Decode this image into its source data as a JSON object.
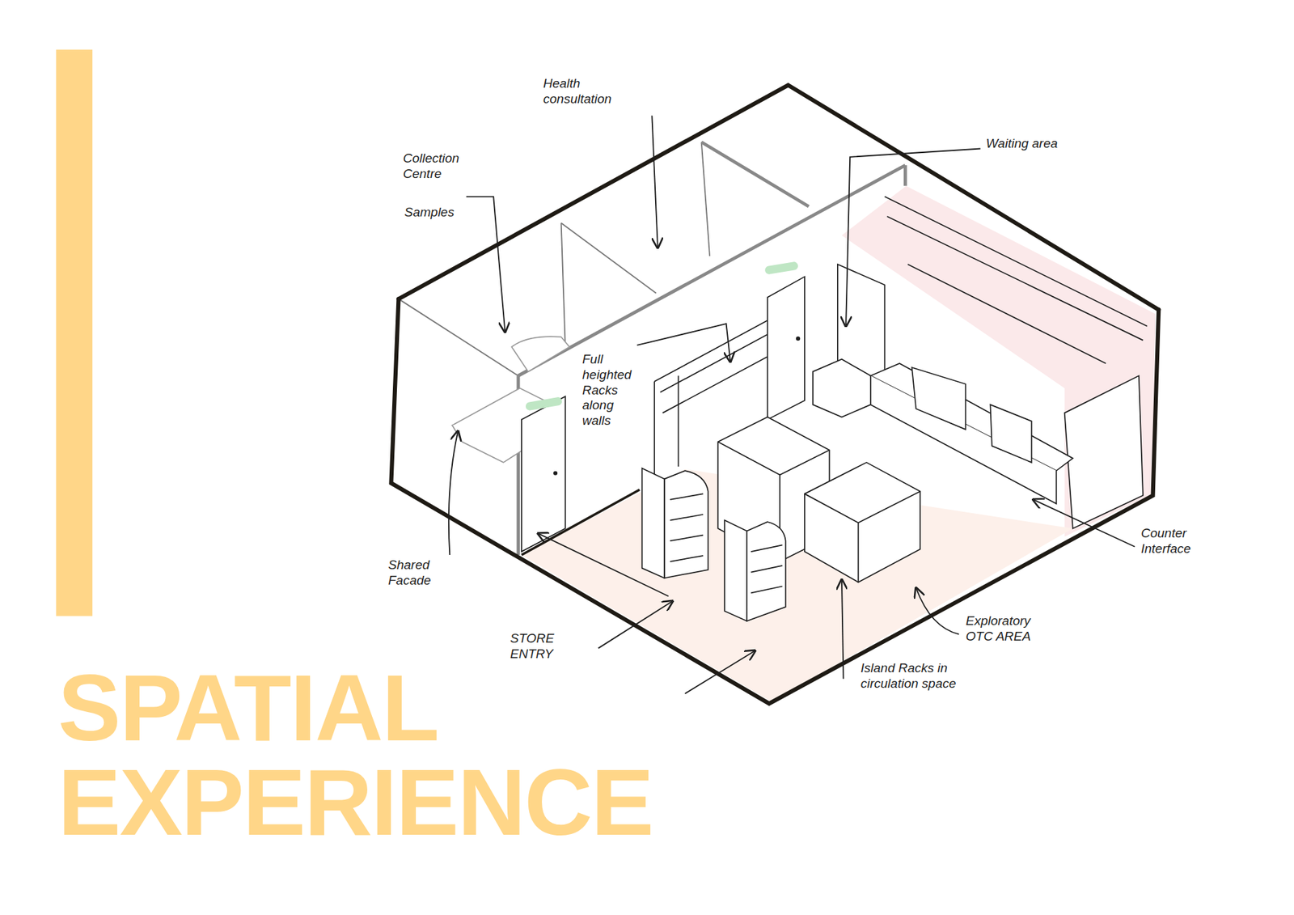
{
  "diagram": {
    "title": "SPATIAL EXPERIENCE",
    "labels": [
      "Health consultation",
      "Collection Centre",
      "Samples",
      "Waiting area",
      "Full heighted Racks along walls",
      "Counter Interface",
      "Shared Facade",
      "STORE ENTRY",
      "Exploratory OTC AREA",
      "Island Racks in circulation space"
    ]
  }
}
